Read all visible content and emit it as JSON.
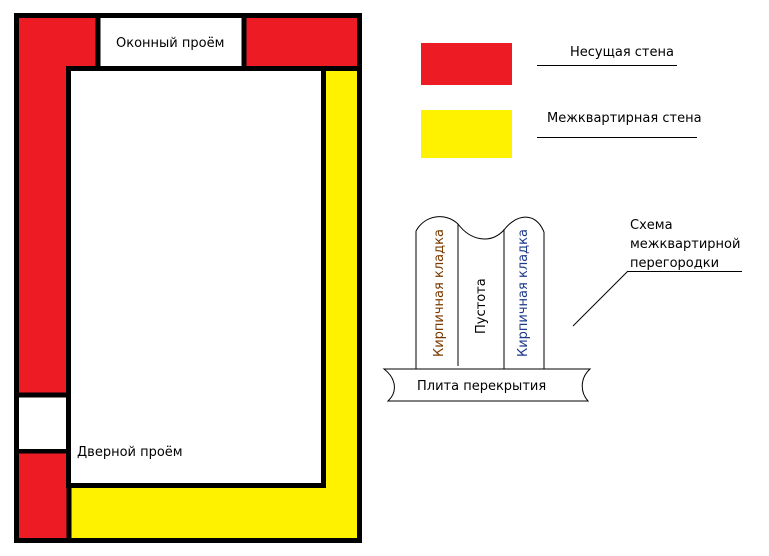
{
  "colors": {
    "load_bearing": "#ed1c24",
    "inter_apartment": "#fff200",
    "outline": "#000000"
  },
  "plan": {
    "window_label": "Оконный проём",
    "door_label": "Дверной проём"
  },
  "legend": [
    {
      "label": "Несущая стена",
      "color": "#ed1c24"
    },
    {
      "label": "Межквартирная стена",
      "color": "#fff200"
    }
  ],
  "partition_scheme": {
    "title_lines": [
      "Схема",
      "межквартирной",
      "перегородки"
    ],
    "layers": [
      "Кирпичная кладка",
      "Пустота",
      "Кирпичная кладка"
    ],
    "slab_label": "Плита перекрытия"
  }
}
